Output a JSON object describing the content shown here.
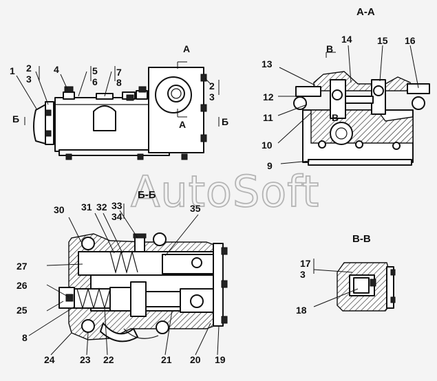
{
  "section_titles": {
    "aa": "А-А",
    "bb": "Б-Б",
    "vv": "В-В"
  },
  "cut_marks": {
    "a": "А",
    "b": "Б",
    "v": "В"
  },
  "watermark": "AutoSoft",
  "callouts": {
    "c1": "1",
    "c2": "2",
    "c3": "3",
    "c4": "4",
    "c5": "5",
    "c6": "6",
    "c7": "7",
    "c8": "8",
    "c9": "9",
    "c10": "10",
    "c11": "11",
    "c12": "12",
    "c13": "13",
    "c14": "14",
    "c15": "15",
    "c16": "16",
    "c17": "17",
    "c18": "18",
    "c19": "19",
    "c20": "20",
    "c21": "21",
    "c22": "22",
    "c23": "23",
    "c24": "24",
    "c25": "25",
    "c26": "26",
    "c27": "27",
    "c30": "30",
    "c31": "31",
    "c32": "32",
    "c33": "33",
    "c34": "34",
    "c35": "35"
  }
}
